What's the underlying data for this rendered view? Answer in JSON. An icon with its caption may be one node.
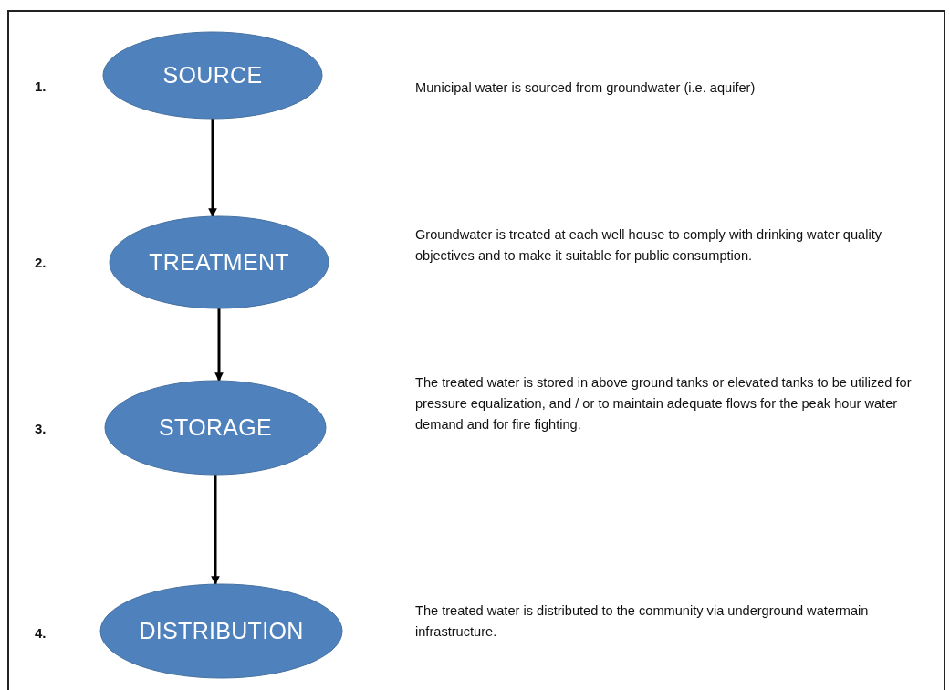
{
  "diagram": {
    "nodes": [
      {
        "text": [
          "SOURCE"
        ]
      },
      {
        "text": [
          "TREATMENT"
        ]
      },
      {
        "text": [
          "STORAGE"
        ]
      },
      {
        "text": [
          "DISTRIBUTION"
        ]
      }
    ],
    "edges": [
      {
        "from": 0,
        "to": 1,
        "arrow": "to"
      },
      {
        "from": 1,
        "to": 2,
        "arrow": "to"
      },
      {
        "from": 2,
        "to": 3,
        "arrow": "to"
      }
    ],
    "labels": [
      "1.",
      "Municipal water is sourced from groundwater (i.e. aquifer)",
      "2.",
      "Groundwater is treated at each well house to comply with drinking water quality objectives and to make it suitable for public consumption.",
      "3.",
      "The treated water is stored in above ground tanks or elevated tanks to be utilized for pressure equalization, and / or to maintain adequate flows for the peak hour water demand and for fire fighting.",
      "4.",
      "The treated water is distributed to the community via underground watermain infrastructure."
    ]
  }
}
